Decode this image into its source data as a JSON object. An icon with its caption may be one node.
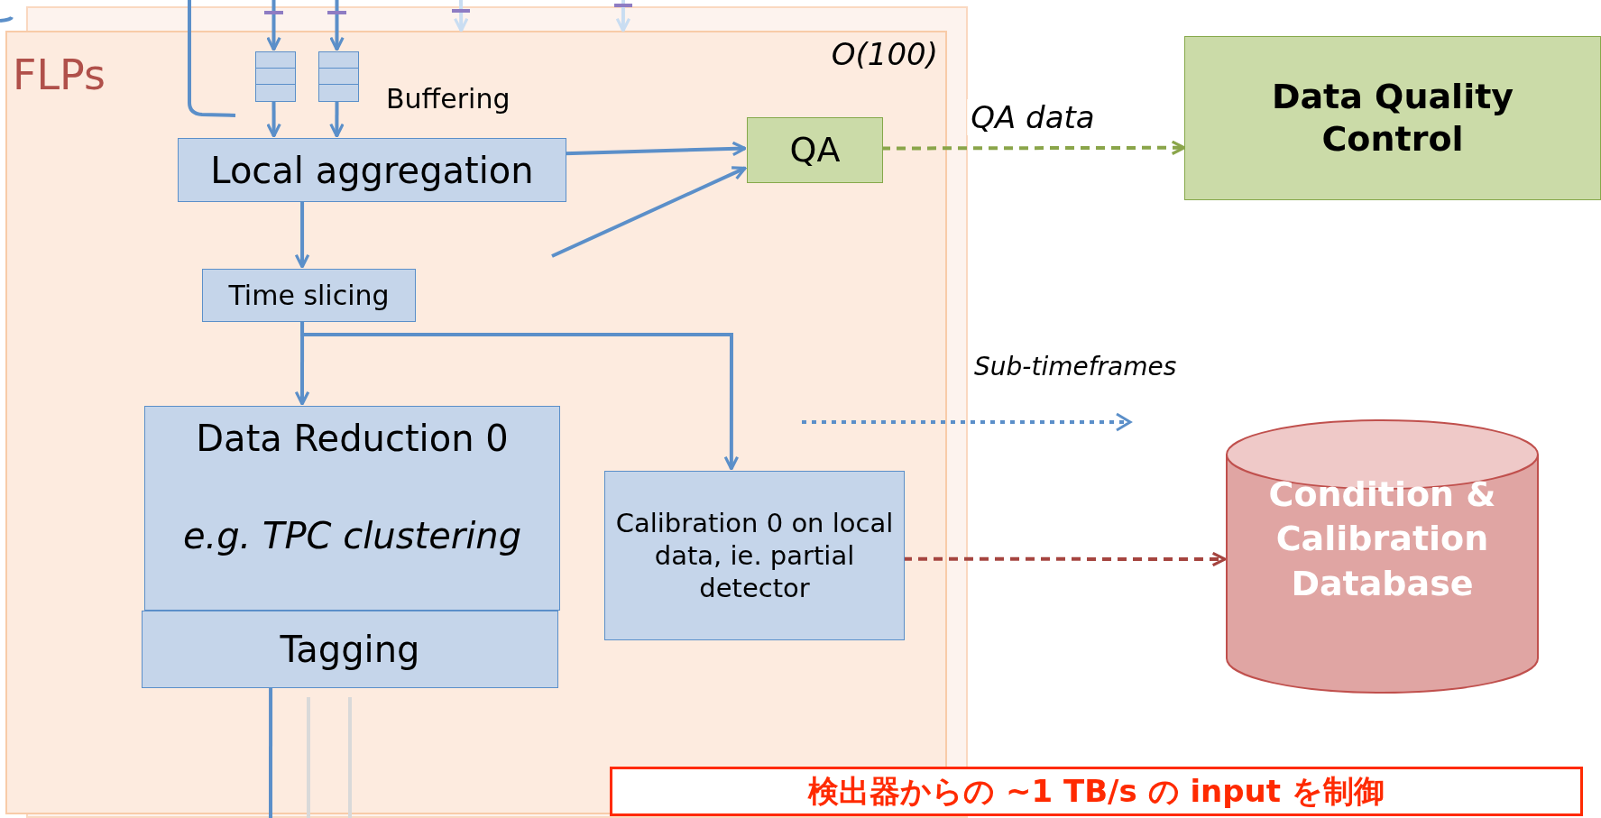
{
  "diagram": {
    "nodes": [
      {
        "text": [
          "FLPs",
          "O(100)"
        ]
      },
      {
        "text": [],
        "shape": "box",
        "in": 0
      },
      {
        "text": [],
        "shape": "box",
        "in": 0
      },
      {
        "text": [
          "Local aggregation"
        ],
        "in": 0
      },
      {
        "text": [
          "QA"
        ],
        "in": 0
      },
      {
        "text": [
          "Data Quality Control"
        ]
      },
      {
        "text": [
          "Time slicing"
        ],
        "in": 0
      },
      {
        "text": [
          "Data Reduction 0",
          "e.g. TPC clustering"
        ],
        "in": 0
      },
      {
        "text": [
          "Tagging"
        ],
        "in": 0
      },
      {
        "text": [
          "Calibration 0 on local data, ie. partial detector"
        ],
        "in": 0
      },
      {
        "text": [
          "Condition & Calibration Database"
        ]
      },
      {
        "text": [
          "検出器からの ~1 TB/s の input を制御"
        ]
      }
    ],
    "edges": [
      {
        "from": null,
        "to": 1,
        "arrow": "to"
      },
      {
        "from": null,
        "to": 2,
        "arrow": "to"
      },
      {
        "from": 1,
        "to": 3,
        "arrow": "to"
      },
      {
        "from": 2,
        "to": 3,
        "arrow": "to"
      },
      {
        "from": 3,
        "to": 4,
        "arrow": "to"
      },
      {
        "from": null,
        "to": 4,
        "arrow": "to"
      },
      {
        "from": 4,
        "to": 5,
        "arrow": "to",
        "label": "QA data",
        "style": "dashed",
        "color": "#8aa54a"
      },
      {
        "from": 3,
        "to": 6,
        "arrow": "to"
      },
      {
        "from": 6,
        "to": 7,
        "arrow": "to"
      },
      {
        "from": 6,
        "to": 9,
        "arrow": "to"
      },
      {
        "from": 9,
        "to": 10,
        "arrow": "to",
        "style": "dashed",
        "color": "#a5443f"
      },
      {
        "from": 8,
        "to": null,
        "arrow": "none"
      },
      {
        "from": null,
        "to": 0,
        "arrow": "to",
        "color": "#c9ddf2"
      },
      {
        "from": null,
        "to": 0,
        "arrow": "to",
        "color": "#c9ddf2"
      }
    ],
    "labels": [
      "Buffering",
      "Sub-timeframes"
    ]
  }
}
